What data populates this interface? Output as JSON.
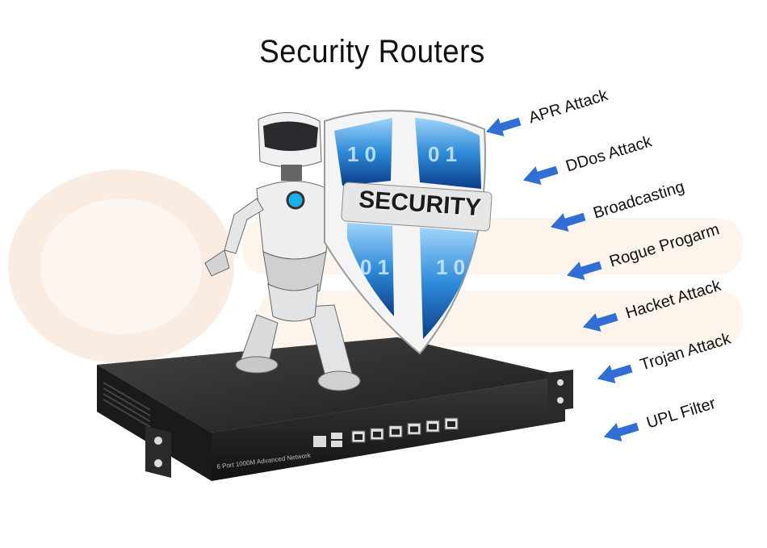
{
  "title": "Security Routers",
  "shield": {
    "label": "SECURITY"
  },
  "device": {
    "panel_text": "6 Port 1000M Advanced Network",
    "port_count": 6
  },
  "threats": [
    {
      "label": "APR Attack",
      "icon": "arrow-left-icon"
    },
    {
      "label": "DDos Attack",
      "icon": "arrow-left-icon"
    },
    {
      "label": "Broadcasting",
      "icon": "arrow-left-icon"
    },
    {
      "label": "Rogue Progarm",
      "icon": "arrow-left-icon"
    },
    {
      "label": "Hacket Attack",
      "icon": "arrow-left-icon"
    },
    {
      "label": "Trojan Attack",
      "icon": "arrow-left-icon"
    },
    {
      "label": "UPL Filter",
      "icon": "arrow-left-icon"
    }
  ],
  "colors": {
    "arrow": "#2f6fd6",
    "shield_blue": "#2e8bd8",
    "device": "#222222",
    "watermark": "#f6d9c3"
  }
}
